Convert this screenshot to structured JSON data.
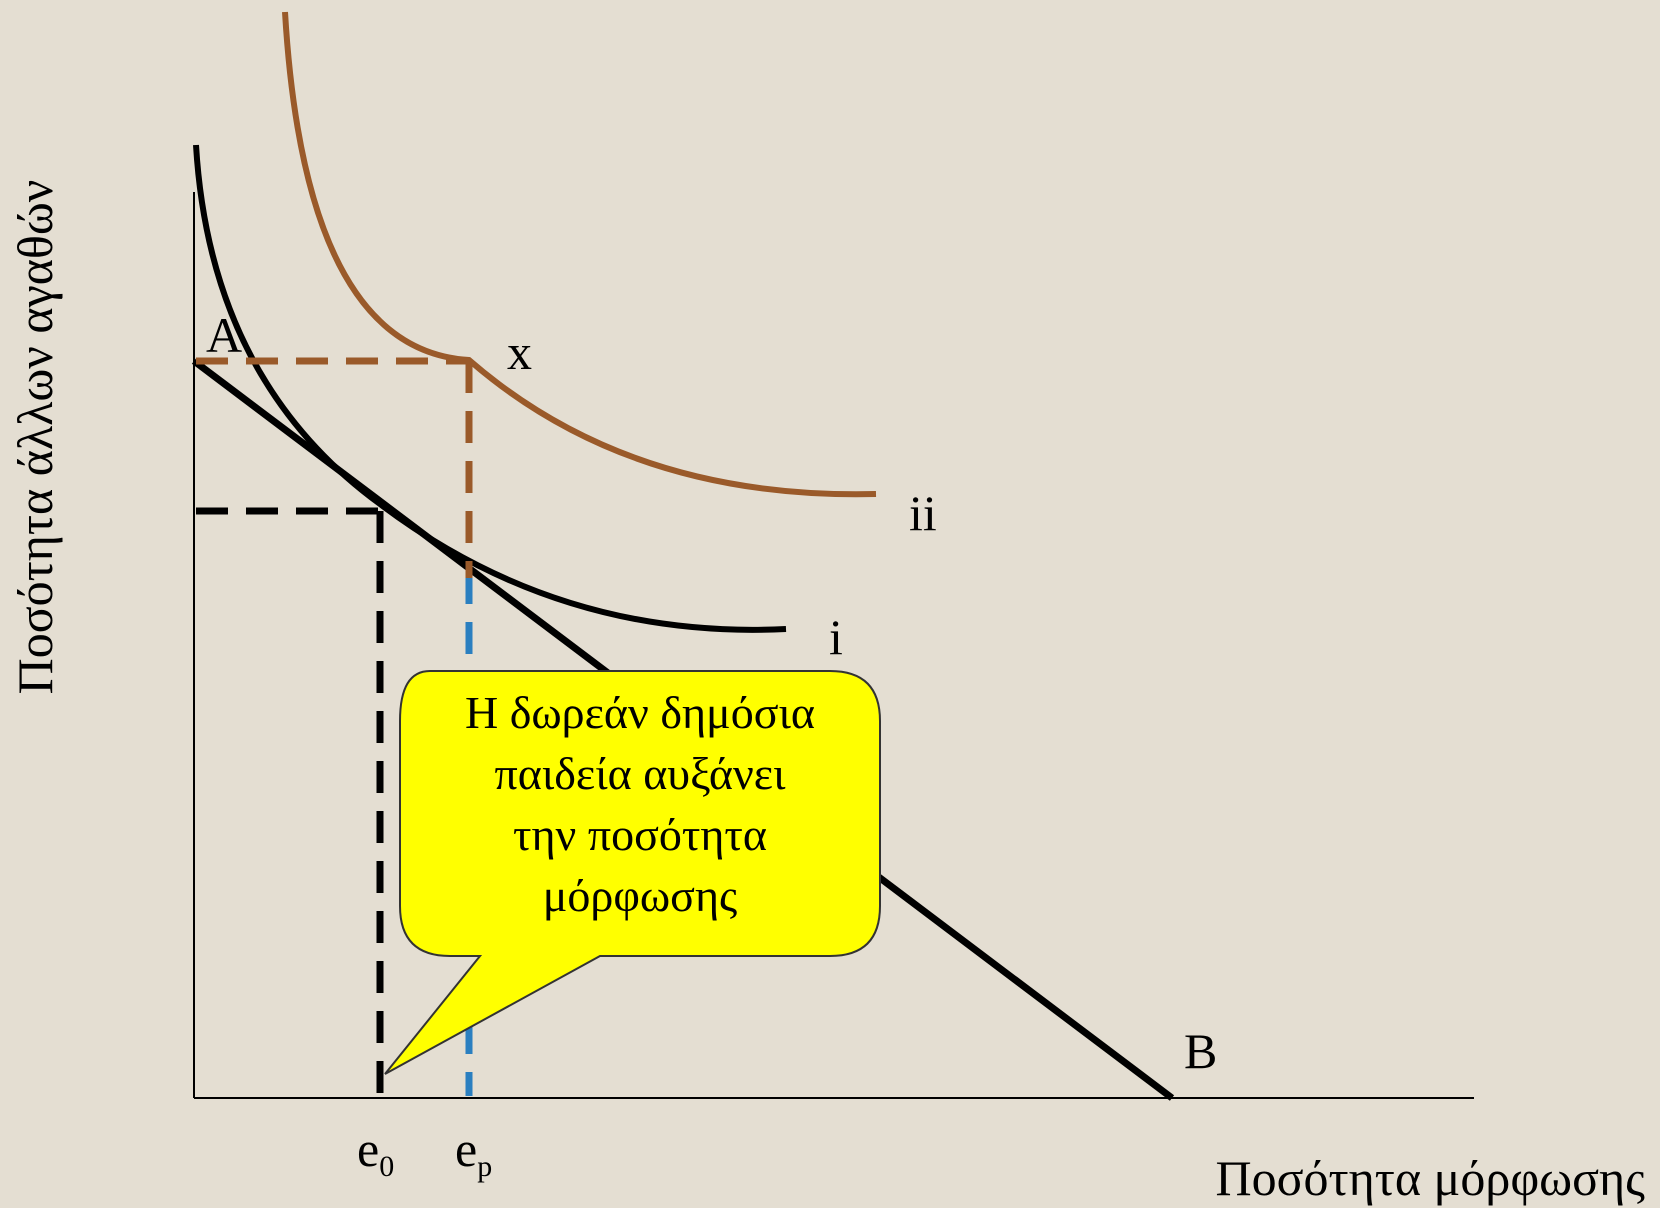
{
  "axes": {
    "x_title": "Ποσότητα μόρφωσης",
    "y_title": "Ποσότητα άλλων αγαθών"
  },
  "points": {
    "A": "A",
    "B": "B",
    "x": "x"
  },
  "curves": {
    "i": "i",
    "ii": "ii"
  },
  "ticks": {
    "e0_base": "e",
    "e0_sub": "0",
    "ep_base": "e",
    "ep_sub": "p"
  },
  "callout": {
    "lines": [
      "Η δωρεάν δημόσια",
      "παιδεία αυξάνει",
      "την ποσότητα",
      "μόρφωσης"
    ]
  },
  "colors": {
    "background": "#e4ded2",
    "indifference_i": "#000000",
    "indifference_ii": "#9a5a2a",
    "budget_line": "#000000",
    "guide_e0": "#000000",
    "guide_x": "#9a5a2a",
    "guide_ep_lower": "#2a7fc0",
    "callout_fill": "#ffff00"
  }
}
